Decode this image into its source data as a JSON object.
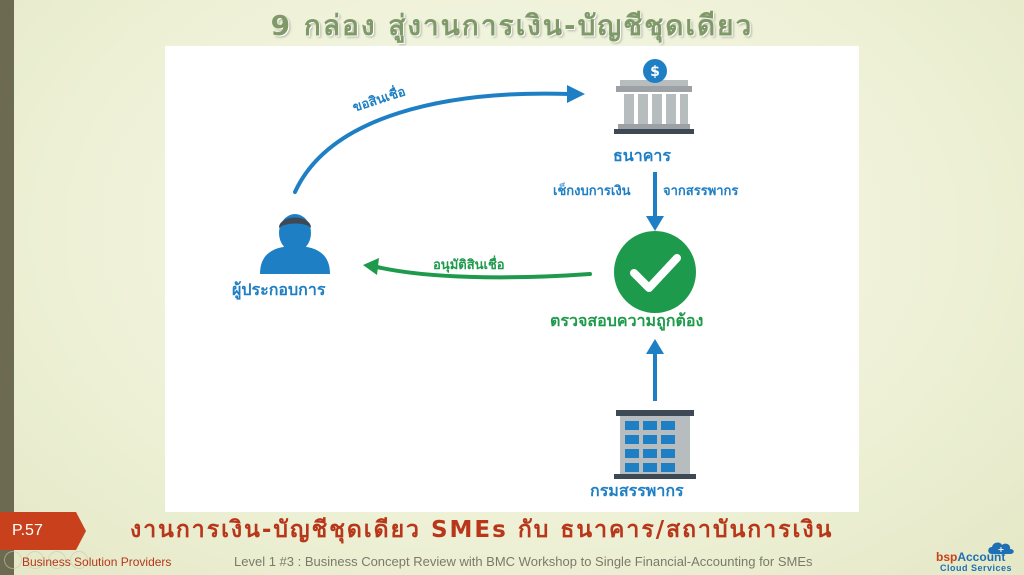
{
  "slide": {
    "title": "9 กล่อง สู่งานการเงิน-บัญชีชุดเดียว",
    "page_number": "P.57",
    "subtitle": "งานการเงิน-บัญชีชุดเดียว SMEs กับ ธนาคาร/สถาบันการเงิน",
    "footer_left": "Business Solution Providers",
    "footer_center": "Level 1 #3 : Business Concept Review with BMC Workshop to Single Financial-Accounting for SMEs",
    "brand_name_part1": "bsp",
    "brand_name_part2": "Account",
    "brand_sub": "Cloud Services"
  },
  "diagram": {
    "nodes": {
      "bank": "ธนาคาร",
      "entrepreneur": "ผู้ประกอบการ",
      "verify": "ตรวจสอบความถูกต้อง",
      "revenue_dept": "กรมสรรพากร"
    },
    "edges": {
      "request_credit": "ขอสินเชื่อ",
      "check_statement": "เช็กงบการเงิน",
      "from_revenue": "จากสรรพากร",
      "approve_credit": "อนุมัติสินเชื่อ"
    },
    "icons": {
      "bank": "bank-icon",
      "person": "person-icon",
      "check": "check-circle-icon",
      "building": "office-building-icon"
    },
    "colors": {
      "blue": "#1f7fc4",
      "green": "#1e9a4c",
      "icon_gray": "#b7bcbf",
      "dark": "#3d4a55"
    }
  }
}
